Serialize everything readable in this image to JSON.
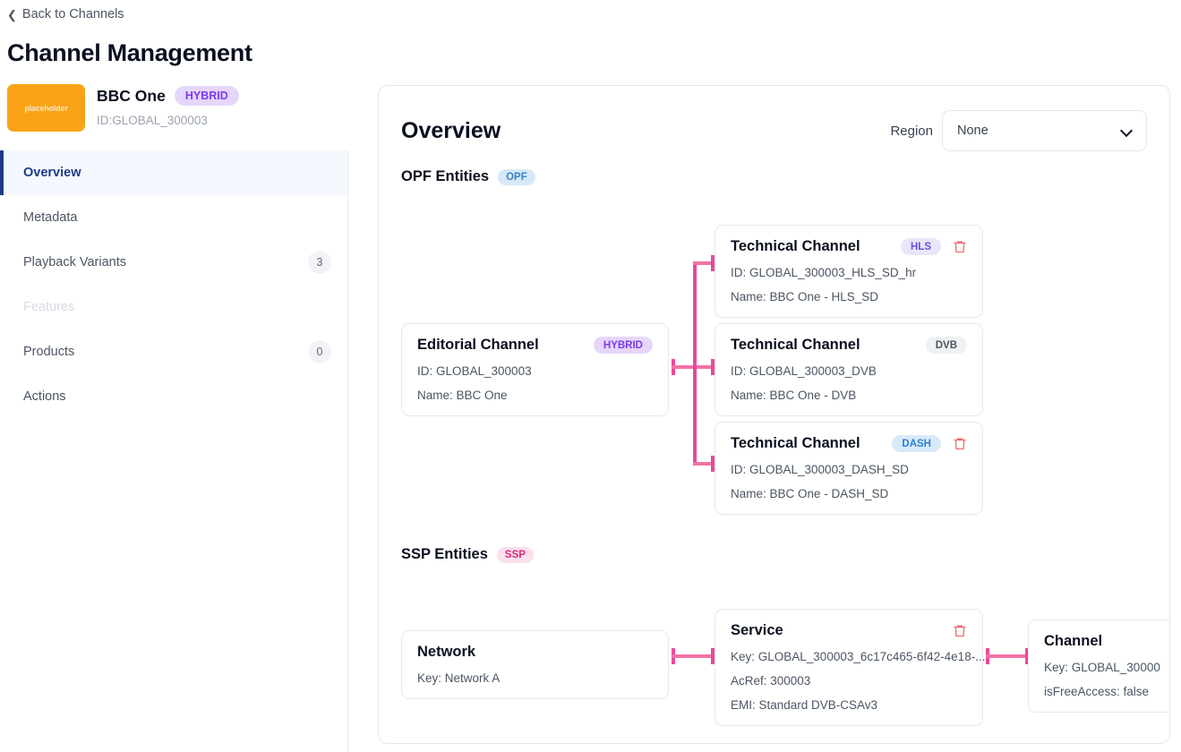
{
  "header": {
    "back_label": "Back to Channels",
    "back_icon": "chevron-left-icon",
    "page_title": "Channel Management"
  },
  "channel": {
    "thumbnail_text": "placeholder",
    "thumbnail_color": "#f9a316",
    "name": "BBC One",
    "type_badge": "HYBRID",
    "id_text": "ID:GLOBAL_300003"
  },
  "sidebar": {
    "items": [
      {
        "label": "Overview",
        "count": "",
        "active": true,
        "disabled": false
      },
      {
        "label": "Metadata",
        "count": "",
        "active": false,
        "disabled": false
      },
      {
        "label": "Playback Variants",
        "count": "3",
        "active": false,
        "disabled": false
      },
      {
        "label": "Features",
        "count": "",
        "active": false,
        "disabled": true
      },
      {
        "label": "Products",
        "count": "0",
        "active": false,
        "disabled": false
      },
      {
        "label": "Actions",
        "count": "",
        "active": false,
        "disabled": false
      }
    ]
  },
  "overview": {
    "title": "Overview",
    "region_label": "Region",
    "region_value": "None",
    "chevron_icon": "chevron-down-icon",
    "opf_section": {
      "title": "OPF Entities",
      "badge": "OPF"
    },
    "ssp_section": {
      "title": "SSP Entities",
      "badge": "SSP"
    }
  },
  "cards": {
    "editorial": {
      "title": "Editorial Channel",
      "badge": "HYBRID",
      "line1": "ID: GLOBAL_300003",
      "line2": "Name: BBC One"
    },
    "technical_hls": {
      "title": "Technical Channel",
      "badge": "HLS",
      "line1": "ID: GLOBAL_300003_HLS_SD_hr",
      "line2": "Name: BBC One - HLS_SD",
      "delete_icon": "trash-icon"
    },
    "technical_dvb": {
      "title": "Technical Channel",
      "badge": "DVB",
      "line1": "ID: GLOBAL_300003_DVB",
      "line2": "Name: BBC One - DVB"
    },
    "technical_dash": {
      "title": "Technical Channel",
      "badge": "DASH",
      "line1": "ID: GLOBAL_300003_DASH_SD",
      "line2": "Name: BBC One - DASH_SD",
      "delete_icon": "trash-icon"
    },
    "network": {
      "title": "Network",
      "line1": "Key: Network A"
    },
    "service": {
      "title": "Service",
      "line1": "Key: GLOBAL_300003_6c17c465-6f42-4e18-...",
      "line2": "AcRef: 300003",
      "line3": "EMI: Standard DVB-CSAv3",
      "delete_icon": "trash-icon"
    },
    "channel_entity": {
      "title": "Channel",
      "line1": "Key: GLOBAL_30000",
      "line2": "isFreeAccess: false"
    }
  },
  "colors": {
    "accent_connector": "#ec4899",
    "connector_light": "#f472a7",
    "active_nav": "#1e3a8a",
    "delete": "#ef6b6b"
  }
}
